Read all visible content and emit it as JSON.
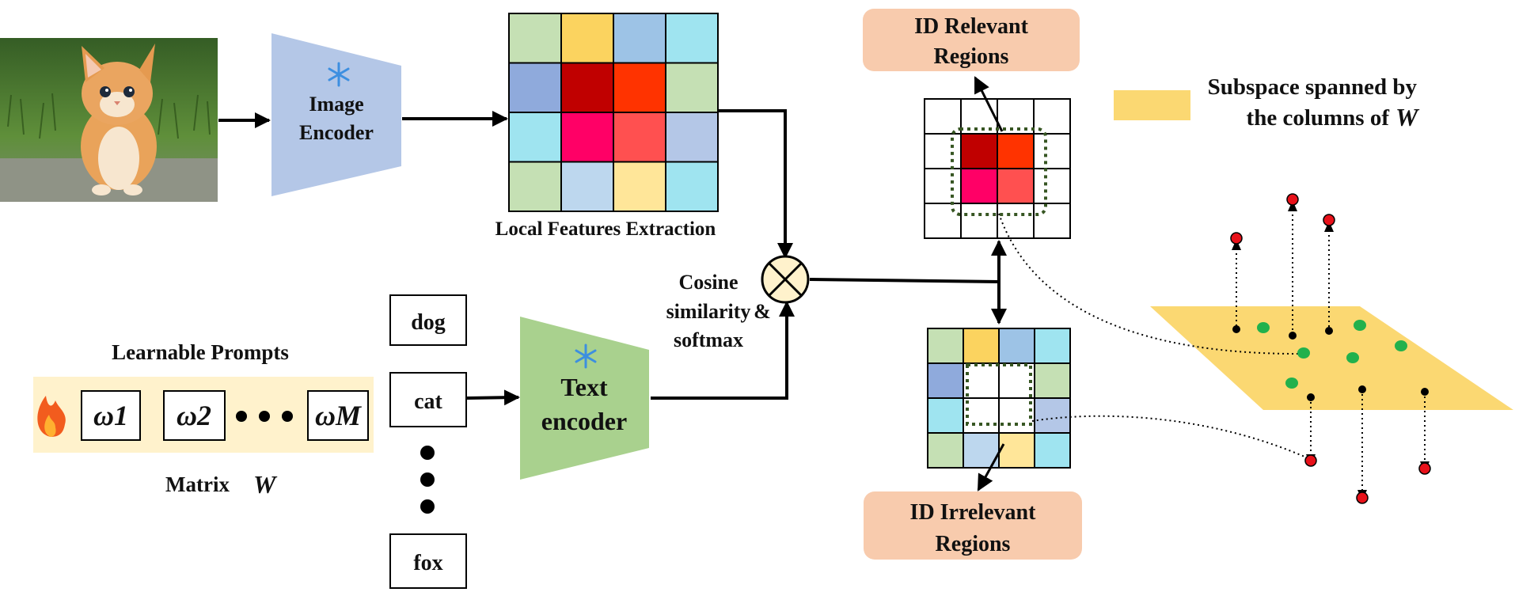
{
  "image_encoder": {
    "line1": "Image",
    "line2": "Encoder"
  },
  "text_encoder": {
    "line1": "Text",
    "line2": "encoder"
  },
  "local_features": {
    "label": "Local Features Extraction"
  },
  "cosine": {
    "line1": "Cosine",
    "line2": "similarity",
    "amp": "&",
    "line3": "softmax"
  },
  "prompts": {
    "title": "Learnable Prompts",
    "tokens": [
      "ω1",
      "ω2",
      "ωM"
    ],
    "matrix_label": "Matrix",
    "matrix_symbol": "W"
  },
  "classes": [
    "dog",
    "cat",
    "fox"
  ],
  "class_colors": {
    "dog": "#4e8a3a",
    "cat": "#2e6fb0",
    "fox": "#e8803a"
  },
  "id_relevant": {
    "line1": "ID Relevant",
    "line2": "Regions"
  },
  "id_irrelevant": {
    "line1": "ID Irrelevant",
    "line2": "Regions"
  },
  "legend": {
    "line1": "Subspace spanned by",
    "line2": "the columns of",
    "symbol": "W",
    "color": "#fbd872"
  },
  "feature_grid_colors": [
    [
      "#c5e0b4",
      "#fbd35f",
      "#9dc3e6",
      "#9fe4f0"
    ],
    [
      "#8faadc",
      "#c00000",
      "#ff3300",
      "#c5e0b4"
    ],
    [
      "#9fe4f0",
      "#ff0066",
      "#ff5050",
      "#b4c7e7"
    ],
    [
      "#c5e0b4",
      "#bdd7ee",
      "#ffe699",
      "#9fe4f0"
    ]
  ],
  "colors": {
    "image_encoder": "#b4c7e7",
    "text_encoder": "#a9d18e",
    "region_box": "#f8cbad",
    "prompt_band": "#fff2cc",
    "in_point": "#22b14c",
    "out_point": "#e8111a"
  }
}
